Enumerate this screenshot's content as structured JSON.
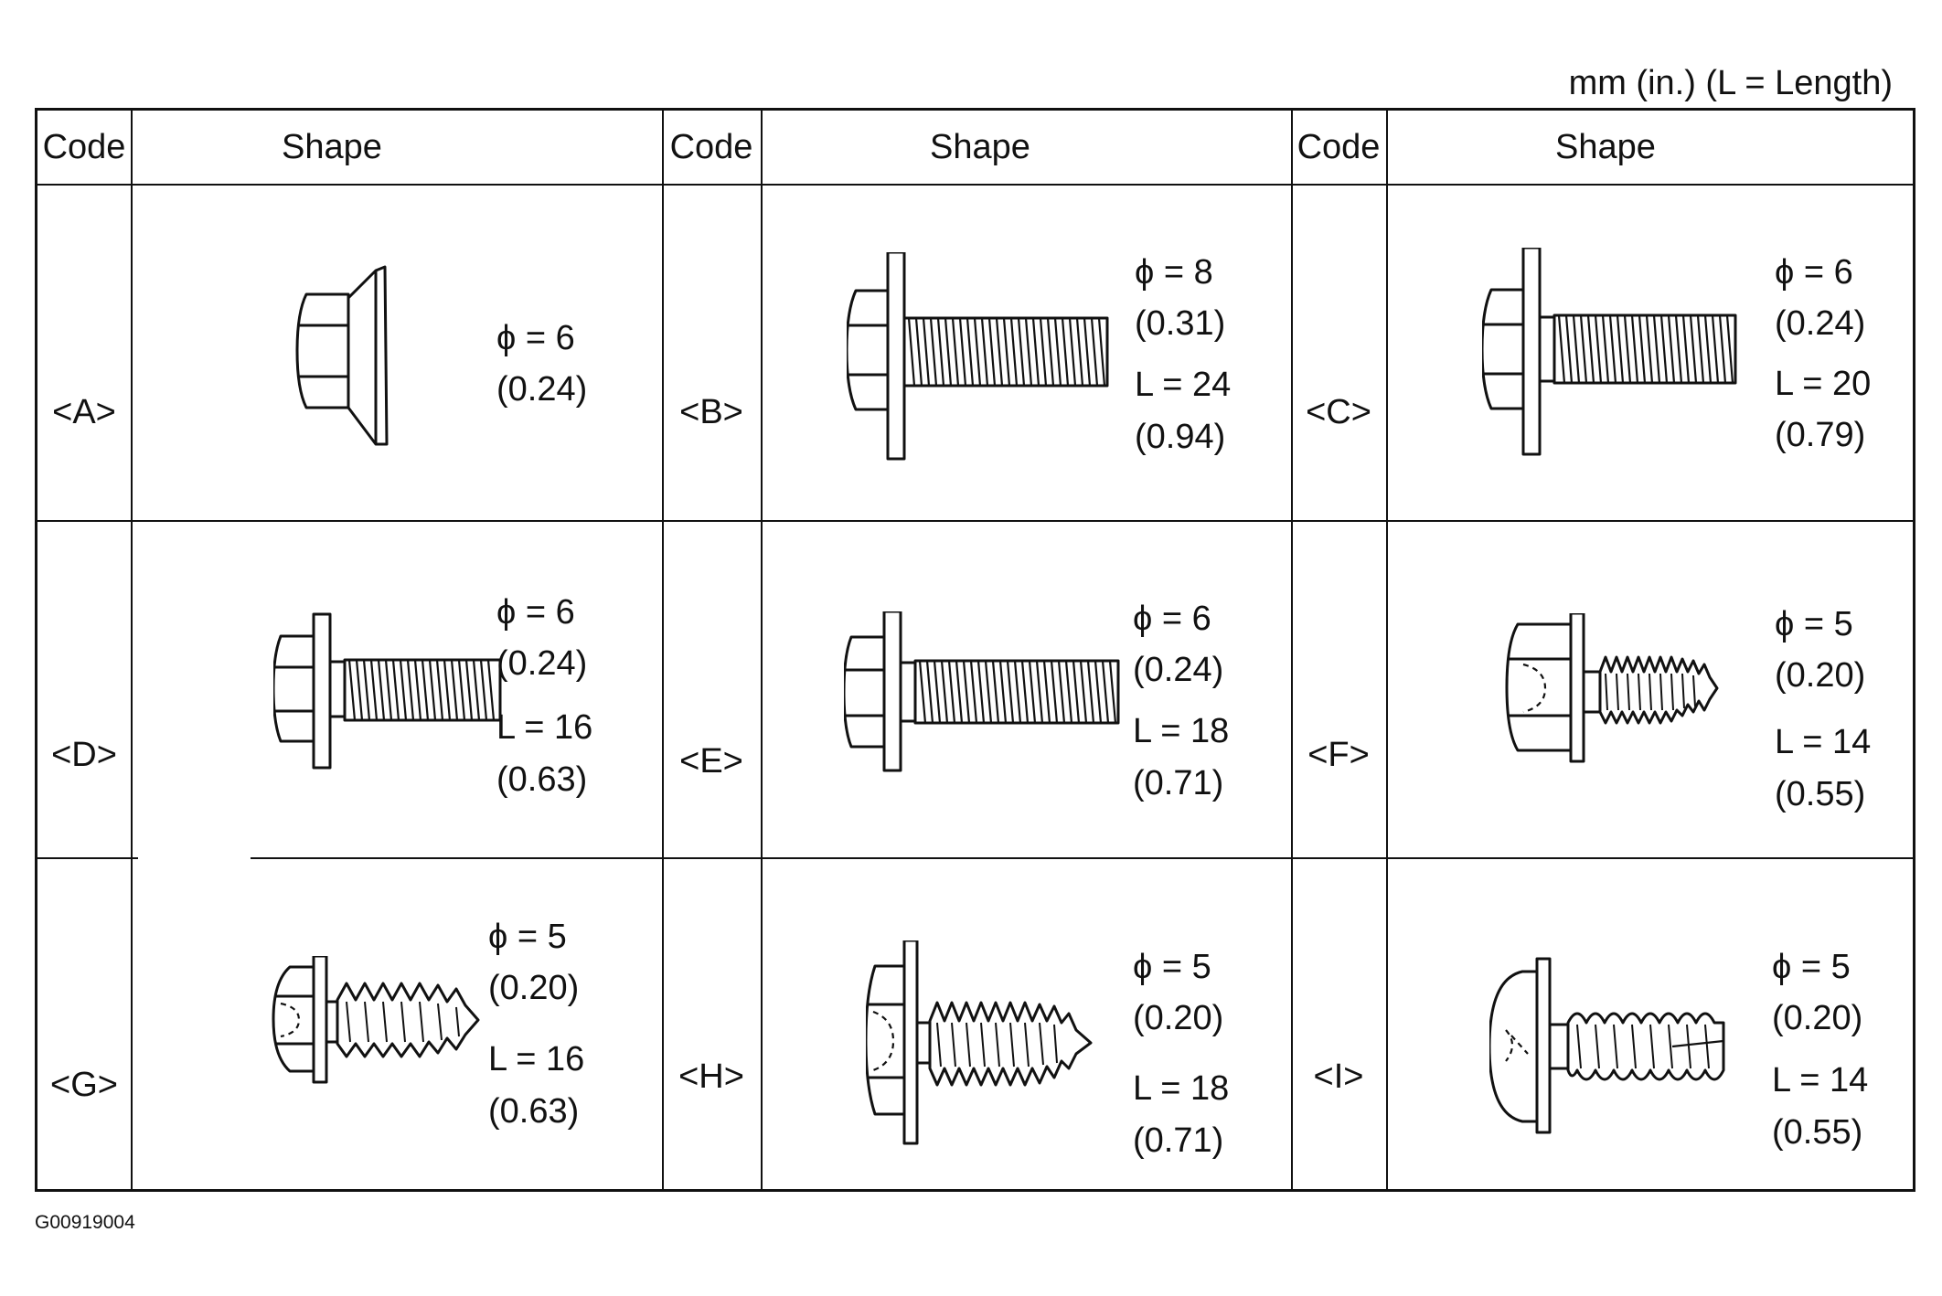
{
  "header": {
    "units_note": "mm (in.) (L = Length)",
    "code_label": "Code",
    "shape_label": "Shape"
  },
  "figure_id": "G00919004",
  "items": [
    {
      "code": "<A>",
      "icon": "hex-flange-nut-icon",
      "dia_label": "ϕ = 6",
      "dia_in": "(0.24)"
    },
    {
      "code": "<B>",
      "icon": "hex-flange-bolt-icon",
      "dia_label": "ϕ = 8",
      "dia_in": "(0.31)",
      "len_label": "L = 24",
      "len_in": "(0.94)"
    },
    {
      "code": "<C>",
      "icon": "hex-flange-bolt-icon",
      "dia_label": "ϕ = 6",
      "dia_in": "(0.24)",
      "len_label": "L = 20",
      "len_in": "(0.79)"
    },
    {
      "code": "<D>",
      "icon": "hex-flange-bolt-icon",
      "dia_label": "ϕ = 6",
      "dia_in": "(0.24)",
      "len_label": "L = 16",
      "len_in": "(0.63)"
    },
    {
      "code": "<E>",
      "icon": "hex-flange-bolt-icon",
      "dia_label": "ϕ = 6",
      "dia_in": "(0.24)",
      "len_label": "L = 18",
      "len_in": "(0.71)"
    },
    {
      "code": "<F>",
      "icon": "tapping-screw-icon",
      "dia_label": "ϕ = 5",
      "dia_in": "(0.20)",
      "len_label": "L = 14",
      "len_in": "(0.55)"
    },
    {
      "code": "<G>",
      "icon": "tapping-screw-icon",
      "dia_label": "ϕ = 5",
      "dia_in": "(0.20)",
      "len_label": "L = 16",
      "len_in": "(0.63)"
    },
    {
      "code": "<H>",
      "icon": "tapping-screw-icon",
      "dia_label": "ϕ = 5",
      "dia_in": "(0.20)",
      "len_label": "L = 18",
      "len_in": "(0.71)"
    },
    {
      "code": "<I>",
      "icon": "pan-head-tapping-screw-icon",
      "dia_label": "ϕ = 5",
      "dia_in": "(0.20)",
      "len_label": "L = 14",
      "len_in": "(0.55)"
    }
  ]
}
